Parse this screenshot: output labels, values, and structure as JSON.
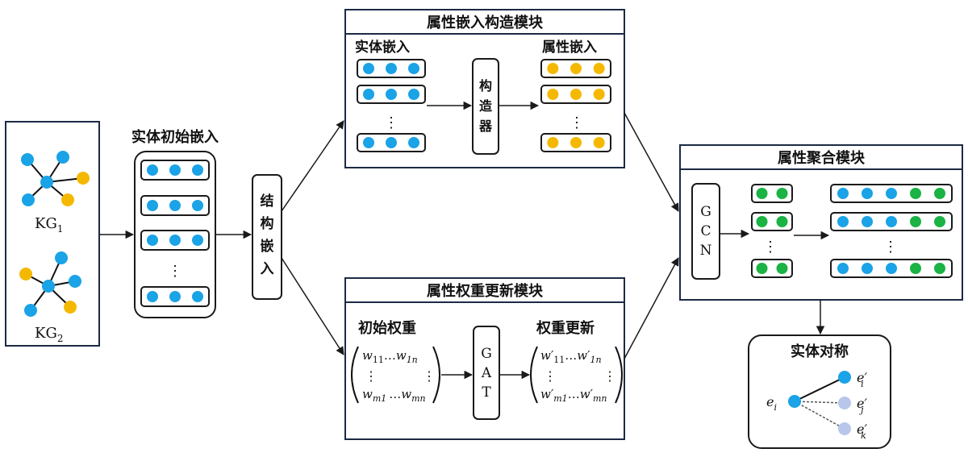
{
  "kg": {
    "kg1": "KG",
    "kg1_sub": "1",
    "kg2": "KG",
    "kg2_sub": "2"
  },
  "init_embed": {
    "title": "实体初始嵌入",
    "ellipsis": "⋮"
  },
  "struct_embed": {
    "chars": [
      "结",
      "构",
      "嵌",
      "入"
    ]
  },
  "attr_embed_module": {
    "title": "属性嵌入构造模块",
    "entity_embed_label": "实体嵌入",
    "attr_embed_label": "属性嵌入",
    "constructor_chars": [
      "构",
      "造",
      "器"
    ],
    "ellipsis": "⋮"
  },
  "attr_weight_module": {
    "title": "属性权重更新模块",
    "init_weight_label": "初始权重",
    "updated_weight_label": "权重更新",
    "gat_chars": [
      "G",
      "A",
      "T"
    ],
    "w": "w",
    "w_prime": "w′",
    "sub_11": "11",
    "sub_1n": "1n",
    "sub_m1": "m1",
    "sub_mn": "mn",
    "dots": "…",
    "vdots": "⋮"
  },
  "attr_agg_module": {
    "title": "属性聚合模块",
    "gcn_chars": [
      "G",
      "C",
      "N"
    ],
    "ellipsis": "⋮"
  },
  "entity_align": {
    "title": "实体对称",
    "e": "e",
    "e_prime": "e′",
    "sub_i": "i",
    "sub_j": "j",
    "sub_k": "k"
  },
  "colors": {
    "blue": "#1aa3e6",
    "yellow": "#f5b800",
    "green": "#1ab344",
    "light": "#b8c6ea",
    "stroke": "#1a1a1a",
    "frame": "#1c2a45"
  }
}
